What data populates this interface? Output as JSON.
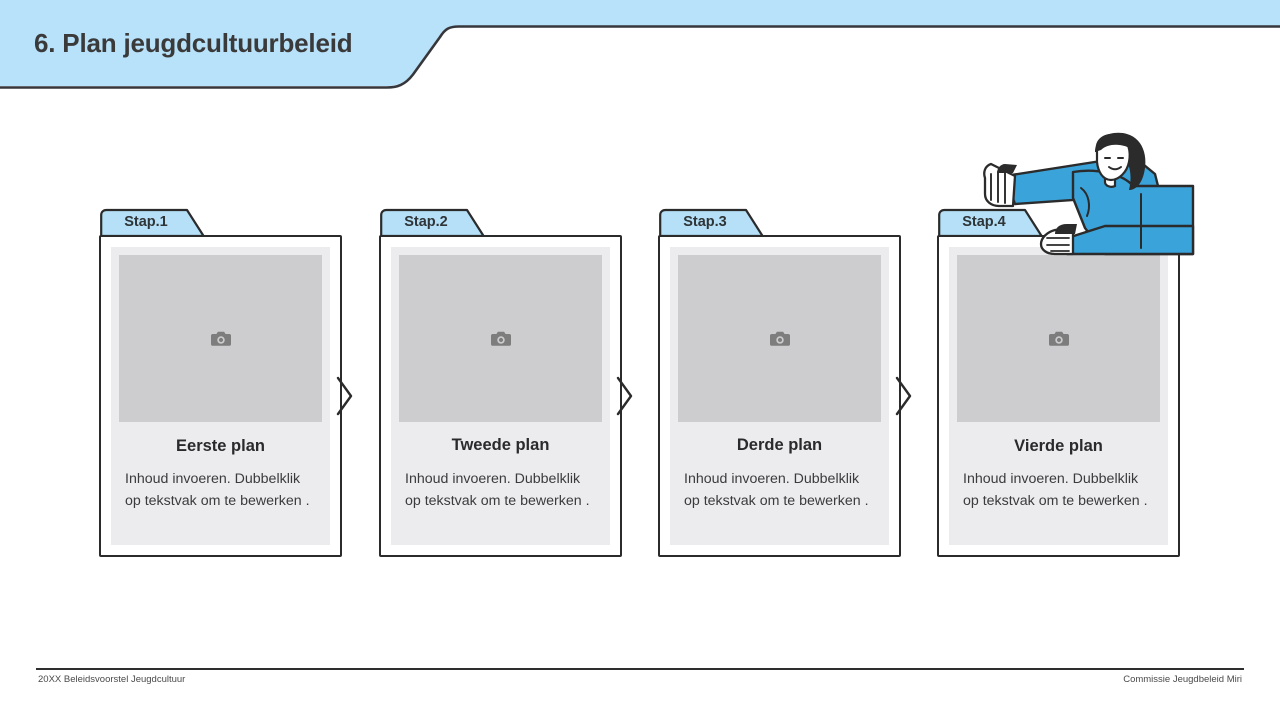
{
  "header": {
    "title": "6. Plan jeugdcultuurbeleid",
    "band_color": "#b8e1fa",
    "outline_color": "#36373b"
  },
  "colors": {
    "tab_blue": "#b5e0f7",
    "card_border": "#2b2b2b",
    "card_inner": "#ececee",
    "placeholder": "#cdcdcf",
    "accent_blue": "#3aa3d9",
    "hair_dark": "#2b2b2b"
  },
  "cards": [
    {
      "tab_label": "Stap.1",
      "title": "Eerste plan",
      "body": "Inhoud invoeren. Dubbelklik op tekstvak om te bewerken .",
      "placeholder_icon": "camera-icon"
    },
    {
      "tab_label": "Stap.2",
      "title": "Tweede plan",
      "body": "Inhoud invoeren. Dubbelklik op tekstvak om te bewerken .",
      "placeholder_icon": "camera-icon"
    },
    {
      "tab_label": "Stap.3",
      "title": "Derde plan",
      "body": "Inhoud invoeren. Dubbelklik op tekstvak om te bewerken .",
      "placeholder_icon": "camera-icon"
    },
    {
      "tab_label": "Stap.4",
      "title": "Vierde plan",
      "body": "Inhoud invoeren. Dubbelklik op tekstvak om te bewerken .",
      "placeholder_icon": "camera-icon"
    }
  ],
  "connectors": [
    {
      "icon": "chevron-right-icon"
    },
    {
      "icon": "chevron-right-icon"
    },
    {
      "icon": "chevron-right-icon"
    }
  ],
  "illustration": {
    "name": "woman-holding-card-illustration"
  },
  "footer": {
    "left": "20XX Beleidsvoorstel Jeugdcultuur",
    "right": "Commissie Jeugdbeleid Miri"
  }
}
